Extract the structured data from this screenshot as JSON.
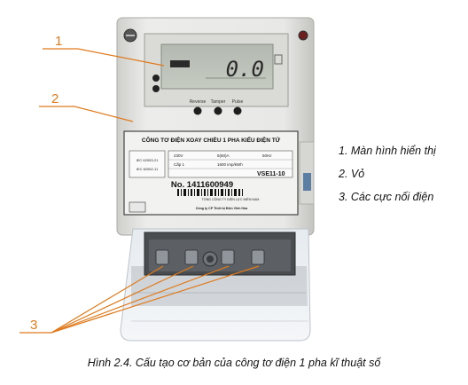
{
  "callouts": {
    "n1": "1",
    "n2": "2",
    "n3": "3"
  },
  "legend": {
    "items": [
      "1. Màn hình hiển thị",
      "2. Vỏ",
      "3. Các cực nối điện"
    ]
  },
  "display": {
    "reading": "0.0"
  },
  "buttons": [
    "Reverse",
    "Tamper",
    "Pulse"
  ],
  "nameplate": {
    "title": "CÔNG TƠ ĐIỆN XOAY CHIỀU 1 PHA KIỂU ĐIỆN TỬ",
    "spec_left_1": "IEC 62053-21",
    "spec_left_2": "IEC 62052-11",
    "spec_1": "230V",
    "spec_2": "5(60)A",
    "spec_3": "50Hz",
    "spec_4": "Cấp 1",
    "spec_5": "1600 imp/kWh",
    "model": "VSE11-10",
    "serial": "No. 1411600949",
    "owner": "TỔNG CÔNG TY ĐIỆN LỰC MIỀN NAM",
    "maker": "Công ty CP Thiết bị Điện Vĩnh Hòa"
  },
  "caption": "Hình 2.4. Cấu tạo cơ bản của công tơ điện 1 pha kĩ thuật số",
  "colors": {
    "callout": "#e07a1c",
    "meter_body": "#e4e4e2",
    "lcd": "#b9beb5"
  }
}
